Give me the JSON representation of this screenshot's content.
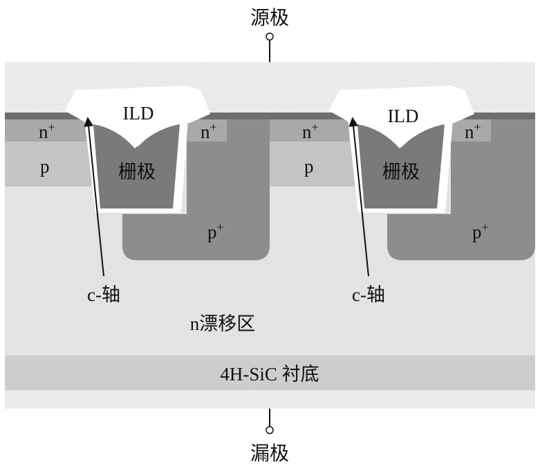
{
  "labels": {
    "source": "源极",
    "drain": "漏极",
    "ild": "ILD",
    "gate": "栅极",
    "n_plus": "n",
    "p": "p",
    "p_plus": "p",
    "superscript_plus": "+",
    "c_axis": "c-轴",
    "n_drift": "n漂移区",
    "substrate": "4H-SiC 衬底"
  },
  "colors": {
    "metal_dots": "#f2f2f2",
    "metal_dot": "#bdbdbd",
    "drift": "#e3e3e3",
    "substrate": "#cdcdcd",
    "p_well": "#c4c4c4",
    "n_plus": "#a9a9a9",
    "p_plus": "#8d8d8d",
    "gate": "#7a7a7a",
    "oxide_line": "#ffffff",
    "top_line": "#6e6e6e"
  }
}
